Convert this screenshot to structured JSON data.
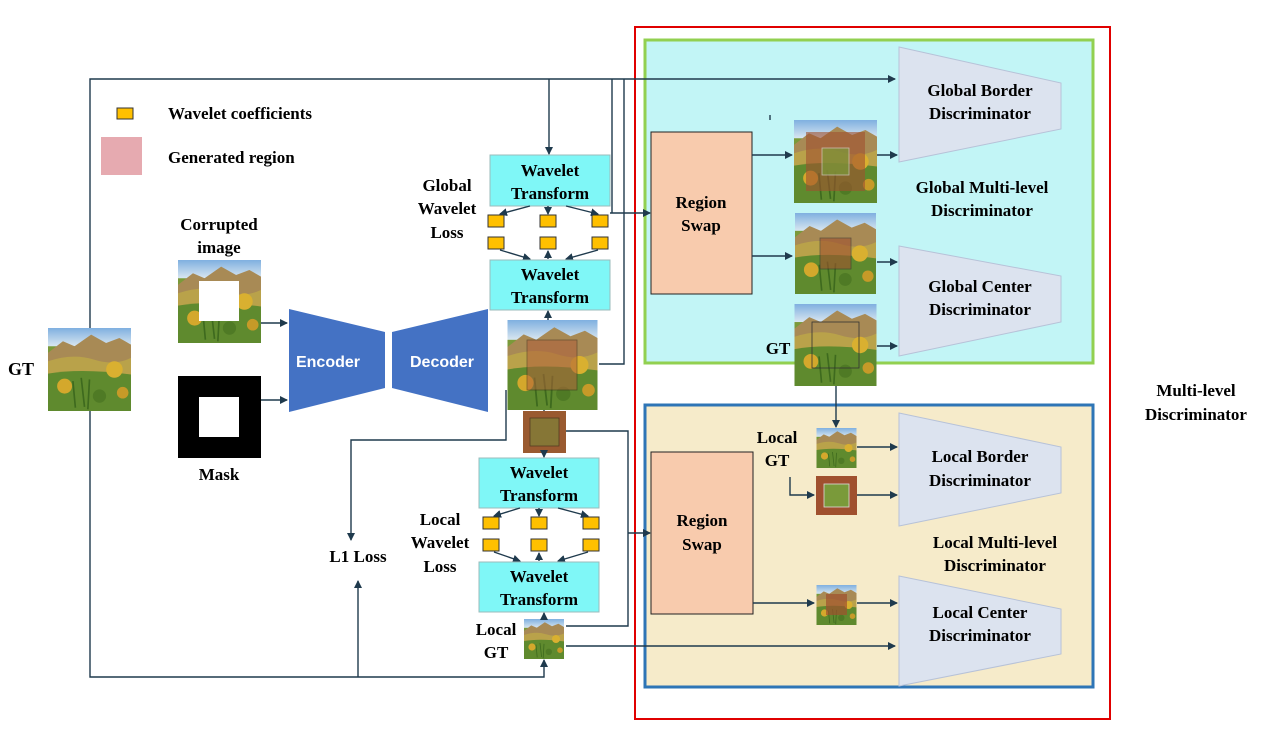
{
  "legend": {
    "wavelet_coefficients": "Wavelet coefficients",
    "generated_region": "Generated region"
  },
  "colors": {
    "global_panel_bg": "#c2f5f6",
    "global_panel_border": "#92d050",
    "local_panel_bg": "#f6ebca",
    "local_panel_border": "#2e75b6",
    "outer_border": "#e00000",
    "wavelet_box": "#7ff7f7",
    "region_swap": "#f8cbad",
    "encoder_decoder": "#4472c4",
    "discriminator": "#dce3ef",
    "coefficient": "#ffc000",
    "generated_region": "#e6aab0"
  },
  "labels": {
    "gt": "GT",
    "corrupted_image": [
      "Corrupted",
      "image"
    ],
    "mask": "Mask",
    "encoder": "Encoder",
    "decoder": "Decoder",
    "global_wavelet_loss": [
      "Global",
      "Wavelet",
      "Loss"
    ],
    "local_wavelet_loss": [
      "Local",
      "Wavelet",
      "Loss"
    ],
    "l1_loss": "L1  Loss",
    "local_gt_bottom": [
      "Local",
      "GT"
    ],
    "local_gt_panel": [
      "Local",
      "GT"
    ],
    "gt_panel": "GT",
    "multi_level": [
      "Multi-level",
      "Discriminator"
    ]
  },
  "wavelet_transform": [
    "Wavelet",
    "Transform"
  ],
  "region_swap": [
    "Region",
    "Swap"
  ],
  "global_panel": {
    "title": [
      "Global Multi-level",
      "Discriminator"
    ],
    "border_disc": [
      "Global Border",
      "Discriminator"
    ],
    "center_disc": [
      "Global Center",
      "Discriminator"
    ]
  },
  "local_panel": {
    "title": [
      "Local Multi-level",
      "Discriminator"
    ],
    "border_disc": [
      "Local Border",
      "Discriminator"
    ],
    "center_disc": [
      "Local Center",
      "Discriminator"
    ]
  }
}
